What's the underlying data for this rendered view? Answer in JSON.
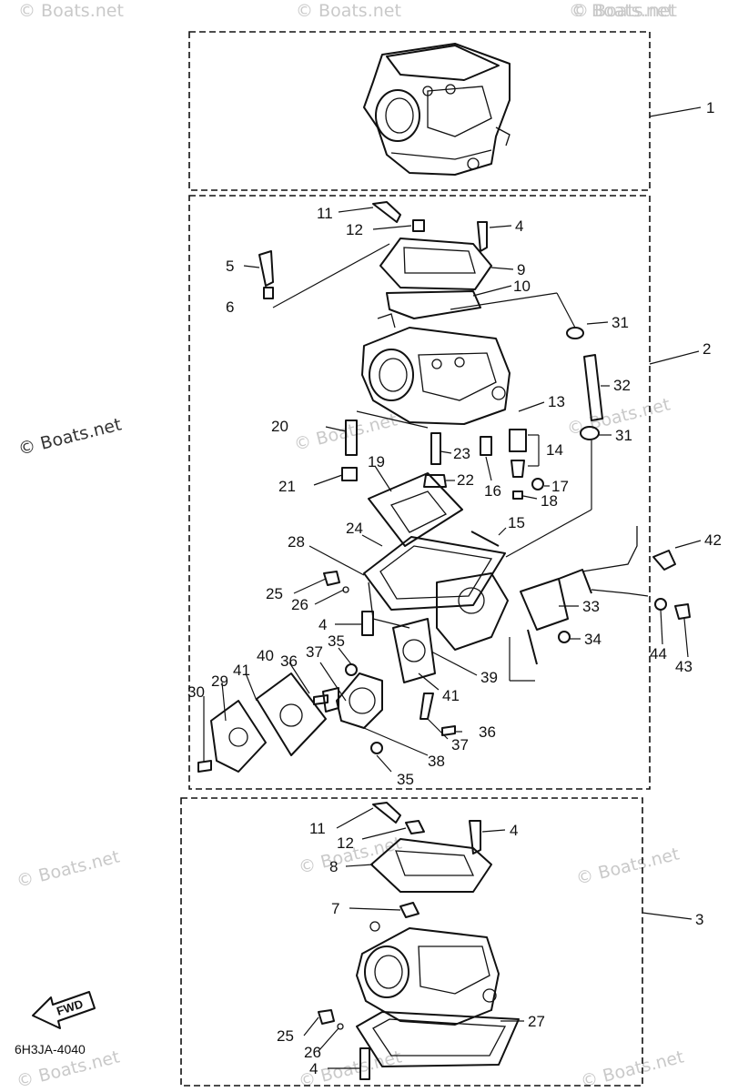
{
  "diagram": {
    "watermarks": [
      "© Boats.net",
      "© Boats.net",
      "© Boats.net",
      "© Boats.net",
      "© Boats.net",
      "© Boats.net",
      "© Boats.net",
      "© Boats.net",
      "© Boats.net",
      "© Boats.net",
      "© Boats.net",
      "© Boats.net"
    ],
    "assembly_labels": [
      "1",
      "2",
      "3"
    ],
    "callouts": [
      "11",
      "12",
      "4",
      "5",
      "9",
      "6",
      "10",
      "31",
      "32",
      "13",
      "20",
      "23",
      "14",
      "31",
      "21",
      "22",
      "16",
      "19",
      "17",
      "18",
      "15",
      "24",
      "28",
      "42",
      "25",
      "26",
      "33",
      "4",
      "35",
      "34",
      "37",
      "40",
      "36",
      "41",
      "29",
      "30",
      "39",
      "41",
      "44",
      "43",
      "36",
      "37",
      "38",
      "35",
      "11",
      "12",
      "4",
      "8",
      "7",
      "25",
      "26",
      "27",
      "4"
    ],
    "fwd_label": "FWD",
    "drawing_code": "6H3JA-4040"
  }
}
